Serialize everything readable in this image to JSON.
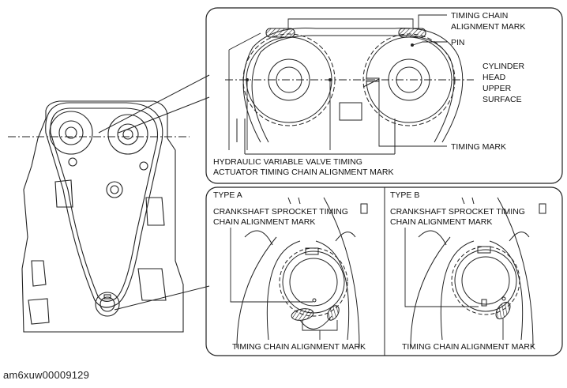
{
  "labels": {
    "timing_chain_alignment_mark_top_line1": "TIMING CHAIN",
    "timing_chain_alignment_mark_top_line2": "ALIGNMENT MARK",
    "pin": "PIN",
    "cylinder_head_line1": "CYLINDER",
    "cylinder_head_line2": "HEAD",
    "cylinder_head_line3": "UPPER",
    "cylinder_head_line4": "SURFACE",
    "timing_mark": "TIMING MARK",
    "hvvt_line1": "HYDRAULIC VARIABLE VALVE TIMING",
    "hvvt_line2": "ACTUATOR TIMING CHAIN ALIGNMENT MARK",
    "type_a": "TYPE A",
    "type_b": "TYPE B",
    "crank_a_line1": "CRANKSHAFT SPROCKET TIMING",
    "crank_a_line2": "CHAIN ALIGNMENT MARK",
    "crank_b_line1": "CRANKSHAFT SPROCKET TIMING",
    "crank_b_line2": "CHAIN ALIGNMENT MARK",
    "tcam_a": "TIMING CHAIN ALIGNMENT MARK",
    "tcam_b": "TIMING CHAIN ALIGNMENT MARK"
  },
  "caption": "am6xuw00009129"
}
